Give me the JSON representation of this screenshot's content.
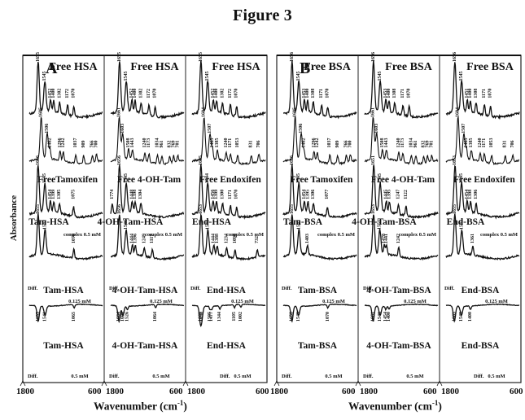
{
  "figure": {
    "title": "Figure 3",
    "ylabel": "Absorbance",
    "xlabel_main": "Wavenumber (cm",
    "xlabel_sup": "-1",
    "xlabel_close": ")"
  },
  "chart_data": {
    "type": "line",
    "title": "Figure 3",
    "xlabel": "Wavenumber (cm-1)",
    "ylabel": "Absorbance",
    "xlim": [
      1800,
      600
    ],
    "x_ticks": [
      "1800",
      "600"
    ],
    "grid": false,
    "panels": [
      {
        "label": "A",
        "columns": [
          {
            "drug": "Tamoxifen",
            "rows": [
              {
                "title": "Free HSA",
                "diff": false,
                "conc": "",
                "peaks": [
                  1655,
                  1545,
                  1452,
                  1400,
                  1302,
                  1172,
                  1070
                ]
              },
              {
                "title": "",
                "diff": false,
                "conc": "",
                "peaks": [
                  1605,
                  1506,
                  1462,
                  1296,
                  1242,
                  1037,
                  909,
                  766,
                  700
                ]
              },
              {
                "title": "FreeTamoxifen",
                "diff": false,
                "conc": "",
                "peaks": [
                  1656,
                  1545,
                  1454,
                  1399,
                  1305,
                  1075
                ]
              },
              {
                "title": "Tam-HSA",
                "diff": true,
                "conc": "complex 0.5 mM",
                "peaks": [
                  1655,
                  1542,
                  1070
                ]
              },
              {
                "title": "Tam-HSA",
                "diff": true,
                "conc": "0.125 mM",
                "peaks": [
                  1655,
                  1541,
                  1065
                ],
                "negative": true
              },
              {
                "title": "Tam-HSA",
                "diff": true,
                "conc": "0.5 mM",
                "peaks": []
              }
            ]
          },
          {
            "drug": "4-OH-Tamoxifen",
            "rows": [
              {
                "title": "Free HSA",
                "diff": false,
                "conc": "",
                "peaks": [
                  1655,
                  1545,
                  1452,
                  1400,
                  1302,
                  1172,
                  1070
                ]
              },
              {
                "title": "",
                "diff": false,
                "conc": "",
                "peaks": [
                  1661,
                  1603,
                  1508,
                  1443,
                  1240,
                  1173,
                  1034,
                  961,
                  832,
                  769,
                  701
                ]
              },
              {
                "title": "Free 4-OH-Tam",
                "diff": false,
                "conc": "",
                "peaks": [
                  1656,
                  1545,
                  1448,
                  1398,
                  1304,
                  1774
                ]
              },
              {
                "title": "4-OH-Tam-HSA",
                "diff": true,
                "conc": "complex 0.5 mM",
                "peaks": [
                  1656,
                  1546,
                  1444,
                  1396,
                  1249,
                  1117
                ]
              },
              {
                "title": "4-OH-Tam-HSA",
                "diff": true,
                "conc": "0.125 mM",
                "peaks": [
                  1664,
                  1600,
                  1526,
                  1064
                ],
                "negative": true
              },
              {
                "title": "4-OH-Tam-HSA",
                "diff": true,
                "conc": "0.5 mM",
                "peaks": []
              }
            ]
          },
          {
            "drug": "Endoxifen",
            "rows": [
              {
                "title": "Free HSA",
                "diff": false,
                "conc": "",
                "peaks": [
                  1655,
                  1545,
                  1452,
                  1400,
                  1302,
                  1172,
                  1070
                ]
              },
              {
                "title": "",
                "diff": false,
                "conc": "",
                "peaks": [
                  1604,
                  1507,
                  1465,
                  1385,
                  1240,
                  1171,
                  1053,
                  831,
                  706
                ]
              },
              {
                "title": "Free Endoxifen",
                "diff": false,
                "conc": "",
                "peaks": [
                  1655,
                  1544,
                  1456,
                  1399,
                  1300,
                  1171,
                  1070
                ]
              },
              {
                "title": "End-HSA",
                "diff": true,
                "conc": "complex 0.5 mM",
                "peaks": [
                  1653,
                  1541,
                  1444,
                  1388,
                  1234,
                  1096,
                  732
                ]
              },
              {
                "title": "End-HSA",
                "diff": true,
                "conc": "0.125 mM",
                "peaks": [
                  1663,
                  1638,
                  1505,
                  1477,
                  1344,
                  1105,
                  1002
                ],
                "negative": true
              },
              {
                "title": "End-HSA",
                "diff": true,
                "conc": "0.5 mM",
                "peaks": []
              }
            ]
          }
        ]
      },
      {
        "label": "B",
        "columns": [
          {
            "drug": "Tamoxifen",
            "rows": [
              {
                "title": "Free BSA",
                "diff": false,
                "conc": "",
                "peaks": [
                  1656,
                  1545,
                  1453,
                  1400,
                  1308,
                  1171,
                  1070
                ]
              },
              {
                "title": "",
                "diff": false,
                "conc": "",
                "peaks": [
                  1605,
                  1506,
                  1462,
                  1296,
                  1242,
                  1037,
                  909,
                  766,
                  700
                ]
              },
              {
                "title": "Free Tamoxifen",
                "diff": false,
                "conc": "",
                "peaks": [
                  1656,
                  1545,
                  1454,
                  1395,
                  1306,
                  1077
                ]
              },
              {
                "title": "Tam-BSA",
                "diff": true,
                "conc": "complex 0.5 mM",
                "peaks": [
                  1655,
                  1542,
                  1403
                ]
              },
              {
                "title": "Tam-BSA",
                "diff": true,
                "conc": "0.125 mM",
                "peaks": [
                  1658,
                  1549,
                  1070
                ],
                "negative": true
              },
              {
                "title": "Tam-BSA",
                "diff": true,
                "conc": "0.5 mM",
                "peaks": []
              }
            ]
          },
          {
            "drug": "4-OH-Tamoxifen",
            "rows": [
              {
                "title": "Free BSA",
                "diff": false,
                "conc": "",
                "peaks": [
                  1656,
                  1545,
                  1453,
                  1400,
                  1308,
                  1171,
                  1070
                ]
              },
              {
                "title": "",
                "diff": false,
                "conc": "",
                "peaks": [
                  1661,
                  1603,
                  1508,
                  1443,
                  1240,
                  1173,
                  1034,
                  961,
                  832,
                  769,
                  701
                ]
              },
              {
                "title": "Free 4-OH-Tam",
                "diff": false,
                "conc": "",
                "peaks": [
                  1651,
                  1545,
                  1445,
                  1395,
                  1247,
                  1122
                ]
              },
              {
                "title": "4-OH-Tam-BSA",
                "diff": true,
                "conc": "complex 0.5 mM",
                "peaks": [
                  1653,
                  1551,
                  1478,
                  1441,
                  1242
                ]
              },
              {
                "title": "4-OH-Tam-BSA",
                "diff": true,
                "conc": "0.125 mM",
                "peaks": [
                  1661,
                  1546,
                  1454,
                  1400
                ],
                "negative": true
              },
              {
                "title": "4-OH-Tam-BSA",
                "diff": true,
                "conc": "0.5 mM",
                "peaks": []
              }
            ]
          },
          {
            "drug": "Endoxifen",
            "rows": [
              {
                "title": "Free BSA",
                "diff": false,
                "conc": "",
                "peaks": [
                  1656,
                  1545,
                  1451,
                  1400,
                  1308,
                  1171,
                  1070
                ]
              },
              {
                "title": "",
                "diff": false,
                "conc": "",
                "peaks": [
                  1604,
                  1507,
                  1465,
                  1385,
                  1240,
                  1171,
                  1053,
                  831,
                  706
                ]
              },
              {
                "title": "Free Endoxifen",
                "diff": false,
                "conc": "",
                "peaks": [
                  1653,
                  1545,
                  1454,
                  1398,
                  1306
                ]
              },
              {
                "title": "End-BSA",
                "diff": true,
                "conc": "complex 0.5 mM",
                "peaks": [
                  1655,
                  1542,
                  1361
                ]
              },
              {
                "title": "End-BSA",
                "diff": true,
                "conc": "0.125 mM",
                "peaks": [
                  1663,
                  1548,
                  1400
                ],
                "negative": true
              },
              {
                "title": "End-BSA",
                "diff": true,
                "conc": "0.5 mM",
                "peaks": []
              }
            ]
          }
        ]
      }
    ]
  }
}
